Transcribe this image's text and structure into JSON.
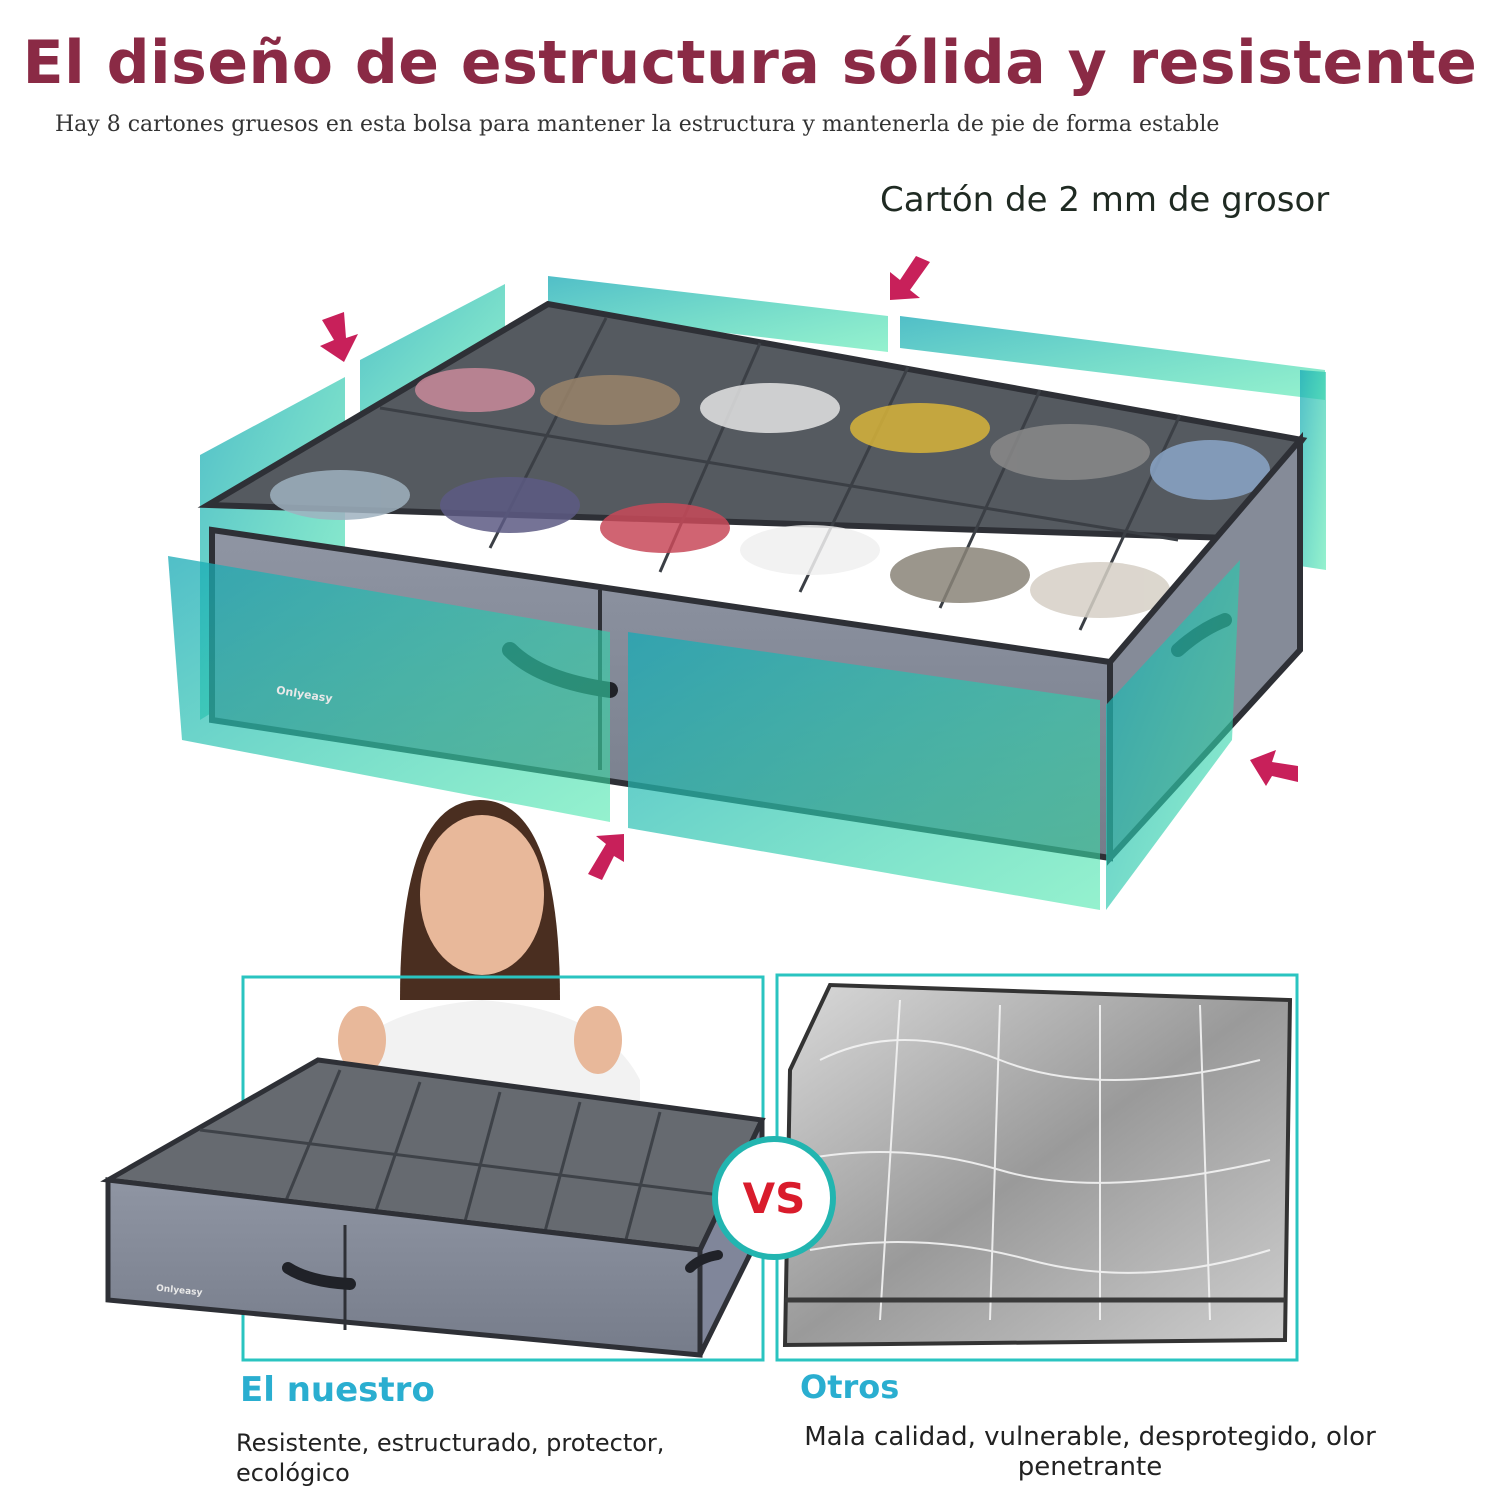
{
  "header": {
    "title": "El diseño de estructura sólida y resistente",
    "subtitle": "Hay 8 cartones gruesos en esta bolsa para mantener la estructura y mantenerla de pie de forma estable"
  },
  "callout": {
    "thickness": "Cartón de 2 mm de grosor"
  },
  "product": {
    "brand": "Onlyeasy"
  },
  "comparison": {
    "badge": "VS",
    "ours_title": "El nuestro",
    "ours_desc": "Resistente, estructurado, protector, ecológico",
    "others_title": "Otros",
    "others_desc": "Mala calidad, vulnerable, desprotegido, olor penetrante"
  },
  "colors": {
    "title": "#8a2a45",
    "accent": "#2aaed0",
    "arrow": "#c8205a",
    "panel": "#22c0b8",
    "vs_text": "#d91c2c"
  }
}
